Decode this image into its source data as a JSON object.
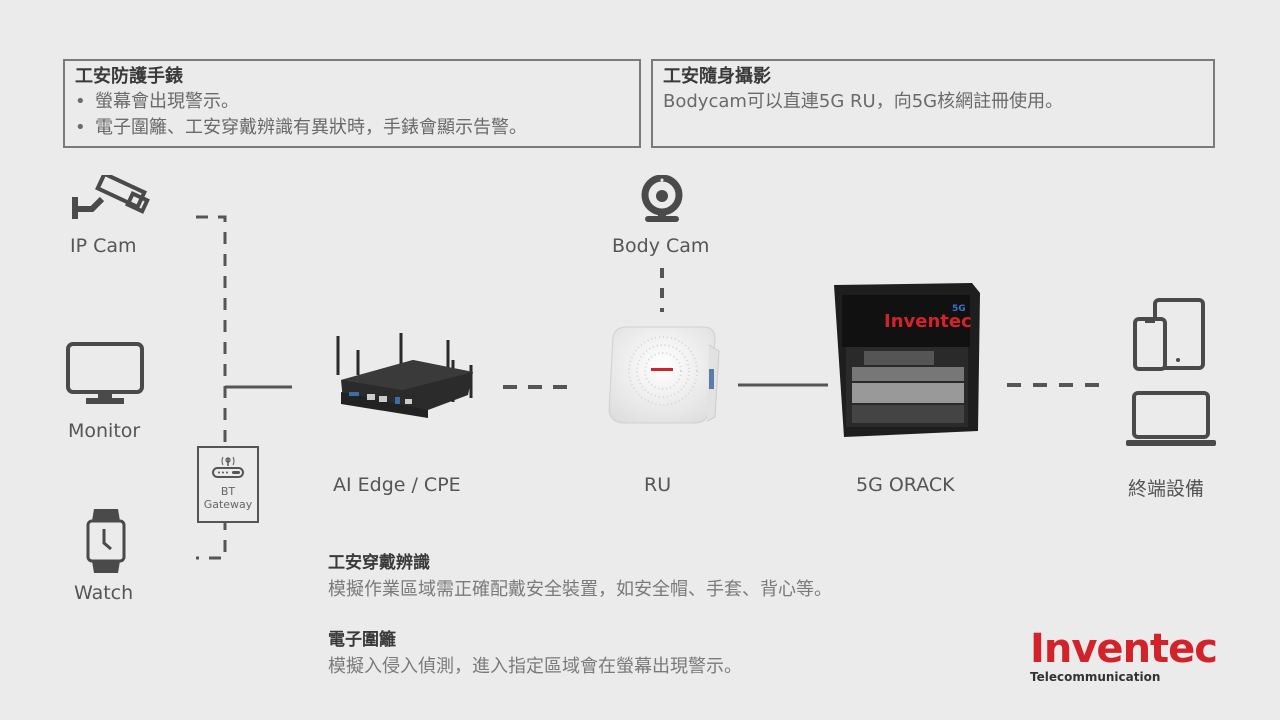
{
  "watch_box": {
    "title": "工安防護手錶",
    "bullets": [
      "螢幕會出現警示。",
      "電子圍籬、工安穿戴辨識有異狀時，手錶會顯示告警。"
    ]
  },
  "bodycam_box": {
    "title": "工安隨身攝影",
    "text": "Bodycam可以直連5G RU，向5G核網註冊使用。"
  },
  "devices": {
    "ip_cam": "IP Cam",
    "monitor": "Monitor",
    "watch": "Watch",
    "bt_gateway_line1": "BT",
    "bt_gateway_line2": "Gateway",
    "body_cam": "Body Cam",
    "ai_edge": "AI Edge / CPE",
    "ru": "RU",
    "oracK": "5G ORACK",
    "terminal": "終端設備"
  },
  "rack_brand": {
    "name": "Inventec",
    "badge": "5G"
  },
  "descriptions": [
    {
      "title": "工安穿戴辨識",
      "text": "模擬作業區域需正確配戴安全裝置，如安全帽、手套、背心等。"
    },
    {
      "title": "電子圍籬",
      "text": "模擬入侵入偵測，進入指定區域會在螢幕出現警示。"
    }
  ],
  "logo": {
    "name": "Inventec",
    "subtitle": "Telecommunication"
  },
  "colors": {
    "brand_red": "#d2232a",
    "icon_gray": "#4a4a4a",
    "background": "#ebebeb"
  }
}
